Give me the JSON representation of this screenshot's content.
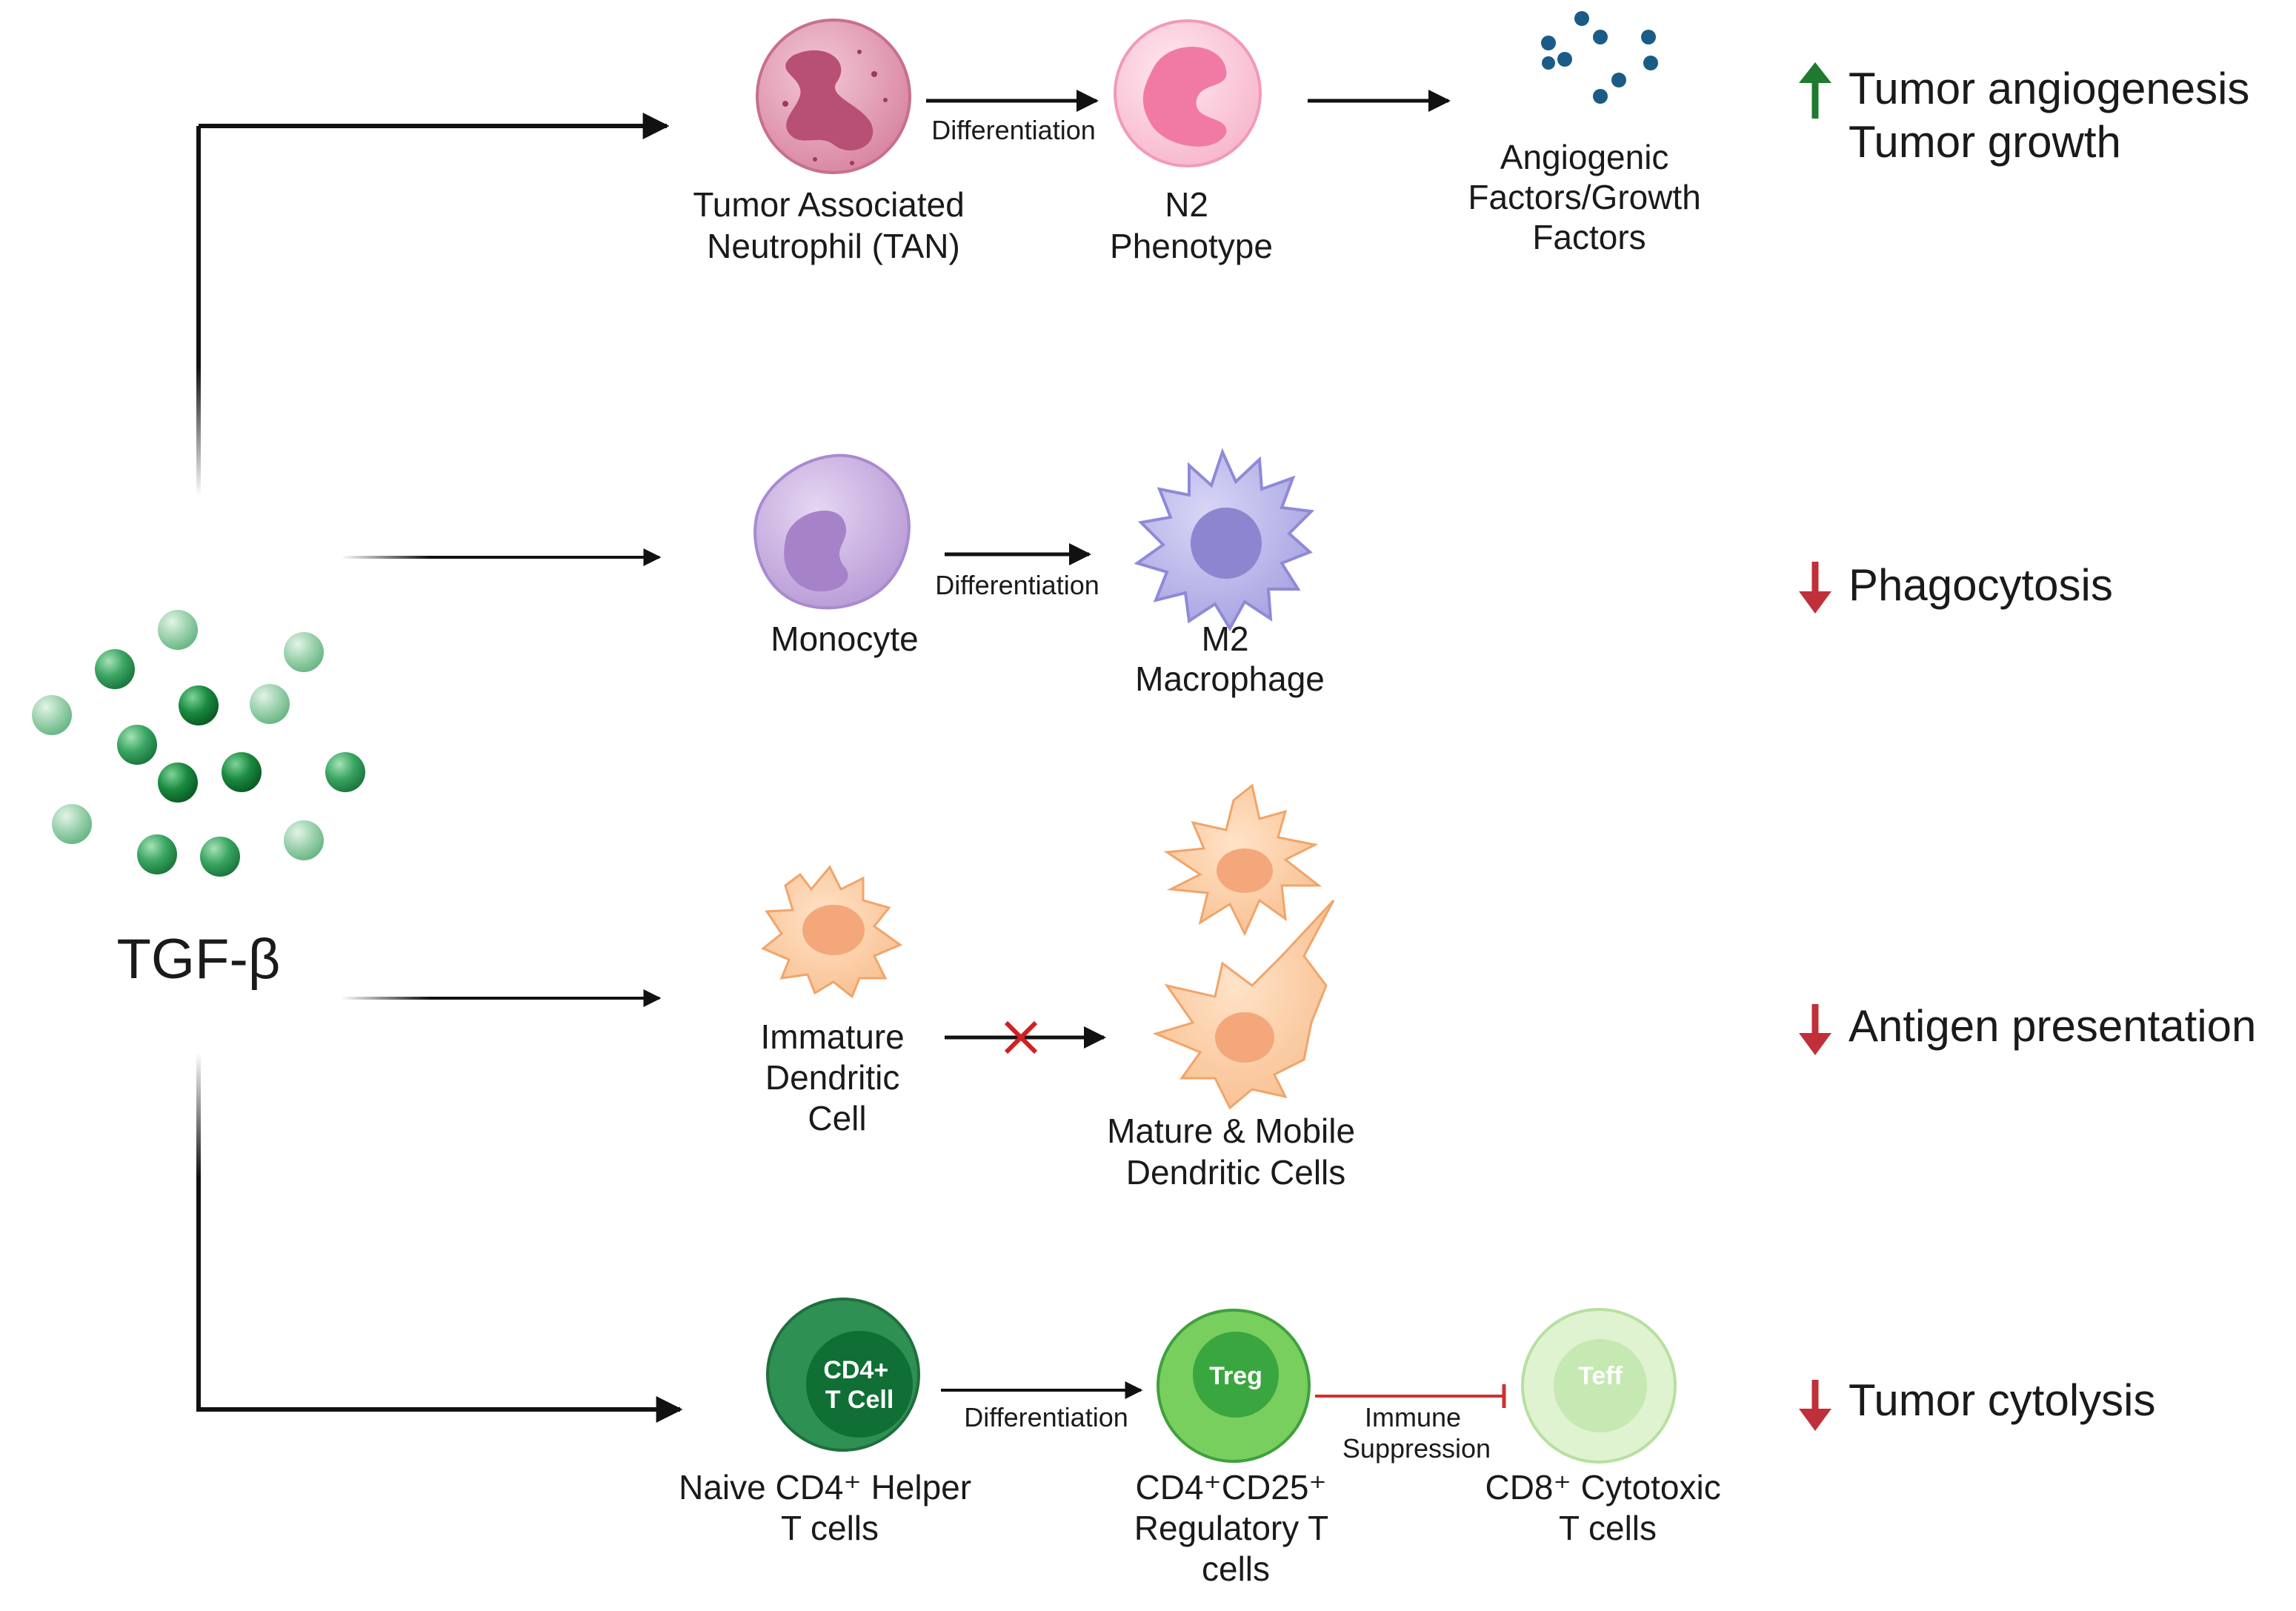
{
  "source": {
    "name": "TGF-β"
  },
  "row1": {
    "cell1_label": [
      "Tumor Associated",
      "Neutrophil (TAN)"
    ],
    "arrow_label": "Differentiation",
    "cell2_label": [
      "N2",
      "Phenotype"
    ],
    "factors_label": [
      "Angiogenic",
      "Factors/Growth",
      "Factors"
    ],
    "outcome_lines": [
      "Tumor angiogenesis",
      "Tumor growth"
    ],
    "outcome_direction": "up"
  },
  "row2": {
    "cell1_label": [
      "Monocyte"
    ],
    "arrow_label": "Differentiation",
    "cell2_label": [
      "M2",
      "Macrophage"
    ],
    "outcome_lines": [
      "Phagocytosis"
    ],
    "outcome_direction": "down"
  },
  "row3": {
    "cell1_label": [
      "Immature",
      "Dendritic",
      "Cell"
    ],
    "cell2_label": [
      "Mature & Mobile",
      "Dendritic Cells"
    ],
    "outcome_lines": [
      "Antigen presentation"
    ],
    "outcome_direction": "down"
  },
  "row4": {
    "cell1_inner": [
      "CD4+",
      "T Cell"
    ],
    "cell1_label": [
      "Naive CD4⁺ Helper",
      "T cells"
    ],
    "arrow_label": "Differentiation",
    "cell2_inner": "Treg",
    "cell2_label": [
      "CD4⁺CD25⁺",
      "Regulatory T",
      "cells"
    ],
    "inhibit_label": [
      "Immune",
      "Suppression"
    ],
    "cell3_inner": "Teff",
    "cell3_label": [
      "CD8⁺ Cytotoxic",
      "T cells"
    ],
    "outcome_lines": [
      "Tumor cytolysis"
    ],
    "outcome_direction": "down"
  },
  "colors": {
    "up_arrow": "#1e7a2e",
    "down_arrow": "#c0303a",
    "inhibit": "#d03030",
    "blocked": "#d02020",
    "tgf_dark": "#16843a",
    "tgf_light": "#8cc9a0"
  }
}
